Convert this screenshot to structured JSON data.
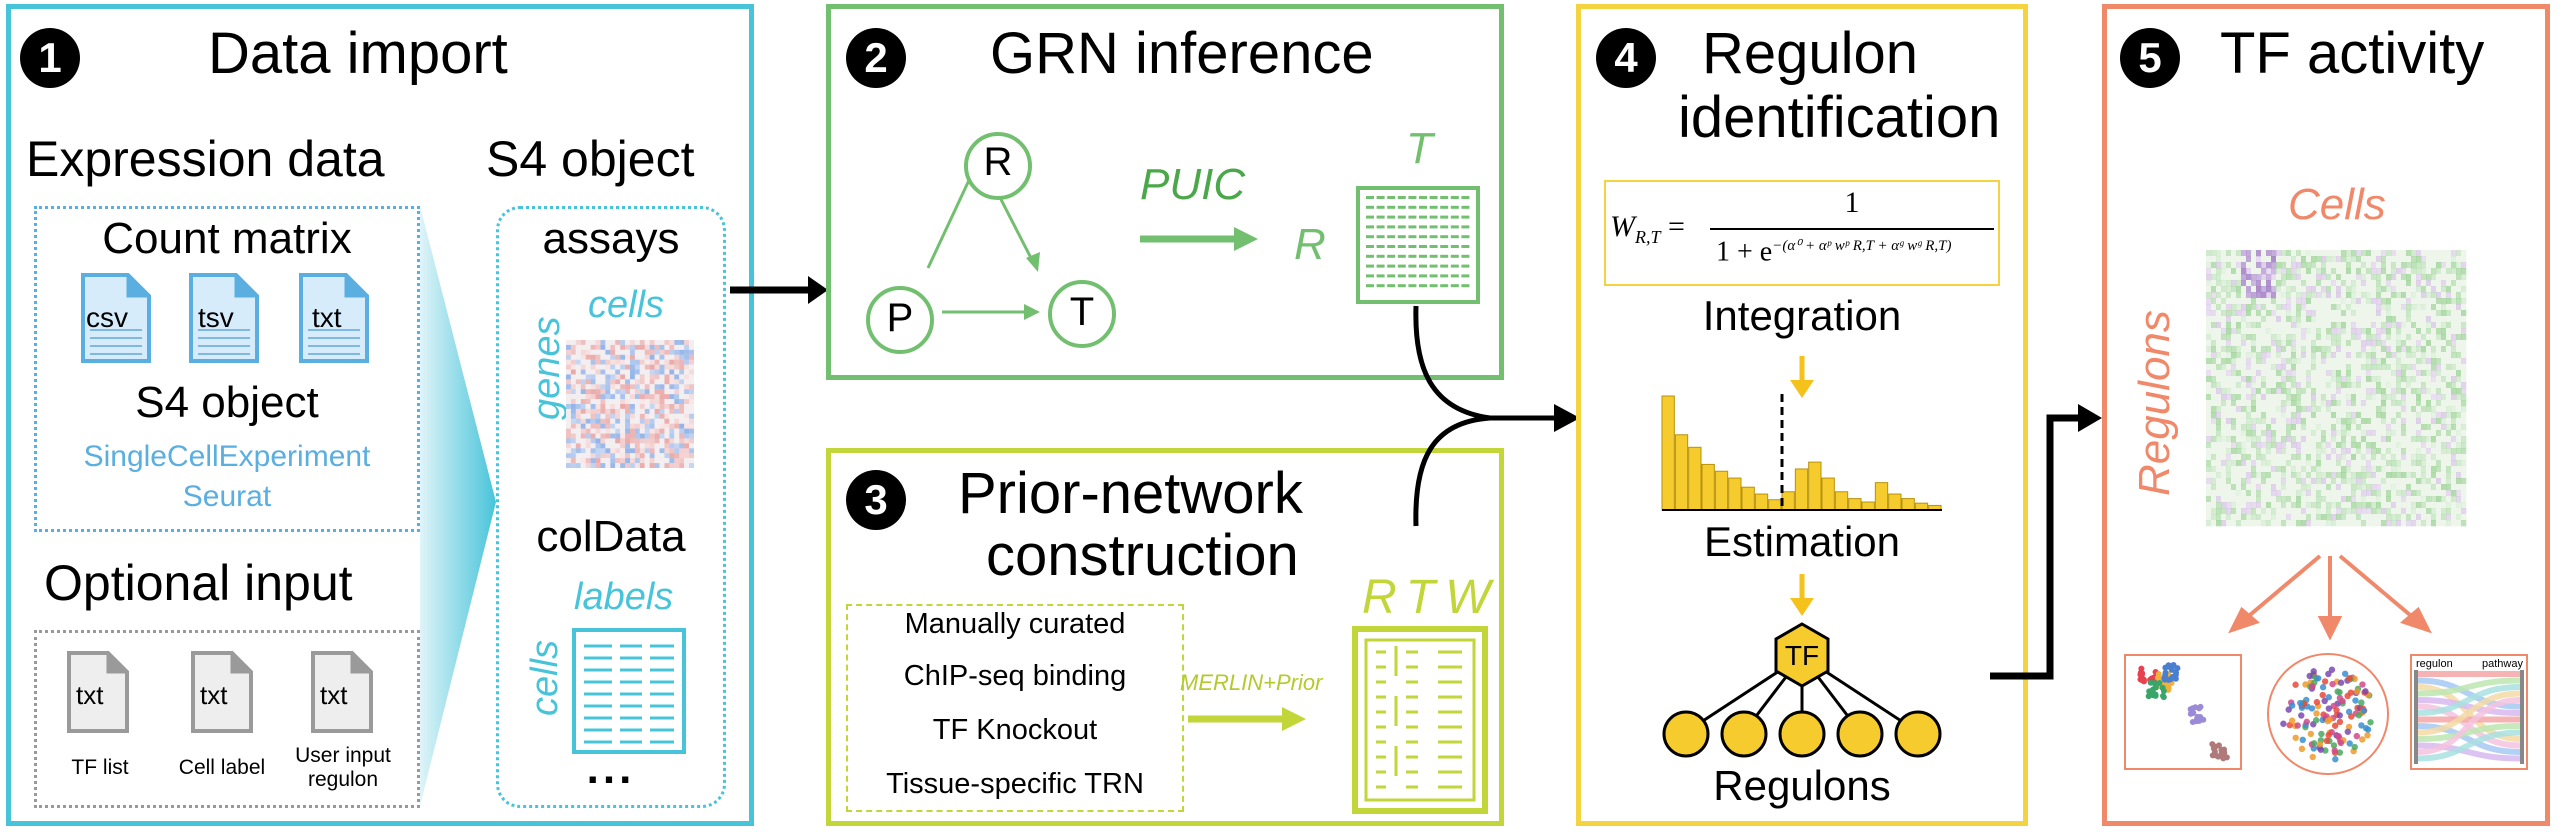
{
  "panel1": {
    "number": "1",
    "title": "Data import",
    "expression_heading": "Expression data",
    "count_matrix": "Count matrix",
    "file_types": [
      "csv",
      "tsv",
      "txt"
    ],
    "s4_object_label": "S4 object",
    "s4_classes": [
      "SingleCellExperiment",
      "Seurat"
    ],
    "optional_heading": "Optional input",
    "optional_file_type": "txt",
    "optional_items": [
      "TF list",
      "Cell label",
      "User input regulon"
    ],
    "s4_heading": "S4 object",
    "assays": "assays",
    "assay_col_label": "cells",
    "assay_row_label": "genes",
    "coldata": "colData",
    "coldata_col_label": "labels",
    "coldata_row_label": "cells",
    "ellipsis": "..."
  },
  "panel2": {
    "number": "2",
    "title": "GRN inference",
    "nodes": [
      "R",
      "P",
      "T"
    ],
    "method": "PUIC",
    "matrix_row_label": "R",
    "matrix_col_label": "T"
  },
  "panel3": {
    "number": "3",
    "title_line1": "Prior-network",
    "title_line2": "construction",
    "sources": [
      "Manually curated",
      "ChIP-seq binding",
      "TF Knockout",
      "Tissue-specific TRN"
    ],
    "method": "MERLIN+Prior",
    "columns": [
      "R",
      "T",
      "W"
    ]
  },
  "panel4": {
    "number": "4",
    "title_line1": "Regulon",
    "title_line2": "identification",
    "formula": {
      "lhs": "W",
      "lhs_sub": "R,T",
      "numerator": "1",
      "denominator_base": "1 + e",
      "exponent": "−(α⁰ + αᵖ wᵖ R,T + αᵍ wᵍ R,T)"
    },
    "integration": "Integration",
    "estimation": "Estimation",
    "tf_node": "TF",
    "regulons": "Regulons",
    "histogram": [
      100,
      66,
      55,
      40,
      34,
      28,
      20,
      14,
      9,
      16,
      36,
      42,
      28,
      16,
      10,
      7,
      24,
      14,
      10,
      6,
      4
    ],
    "threshold_bin": 9
  },
  "panel5": {
    "number": "5",
    "title": "TF activity",
    "col_label": "Cells",
    "row_label": "Regulons",
    "sankey_labels": [
      "regulon",
      "pathway"
    ]
  },
  "colors": {
    "panel1": "#48c4da",
    "panel2": "#72bf6f",
    "panel3": "#c2d63a",
    "panel4": "#f4d341",
    "panel5": "#f0886a",
    "s4_class_text": "#5aaee0",
    "histogram_fill": "#f5cb2e"
  }
}
